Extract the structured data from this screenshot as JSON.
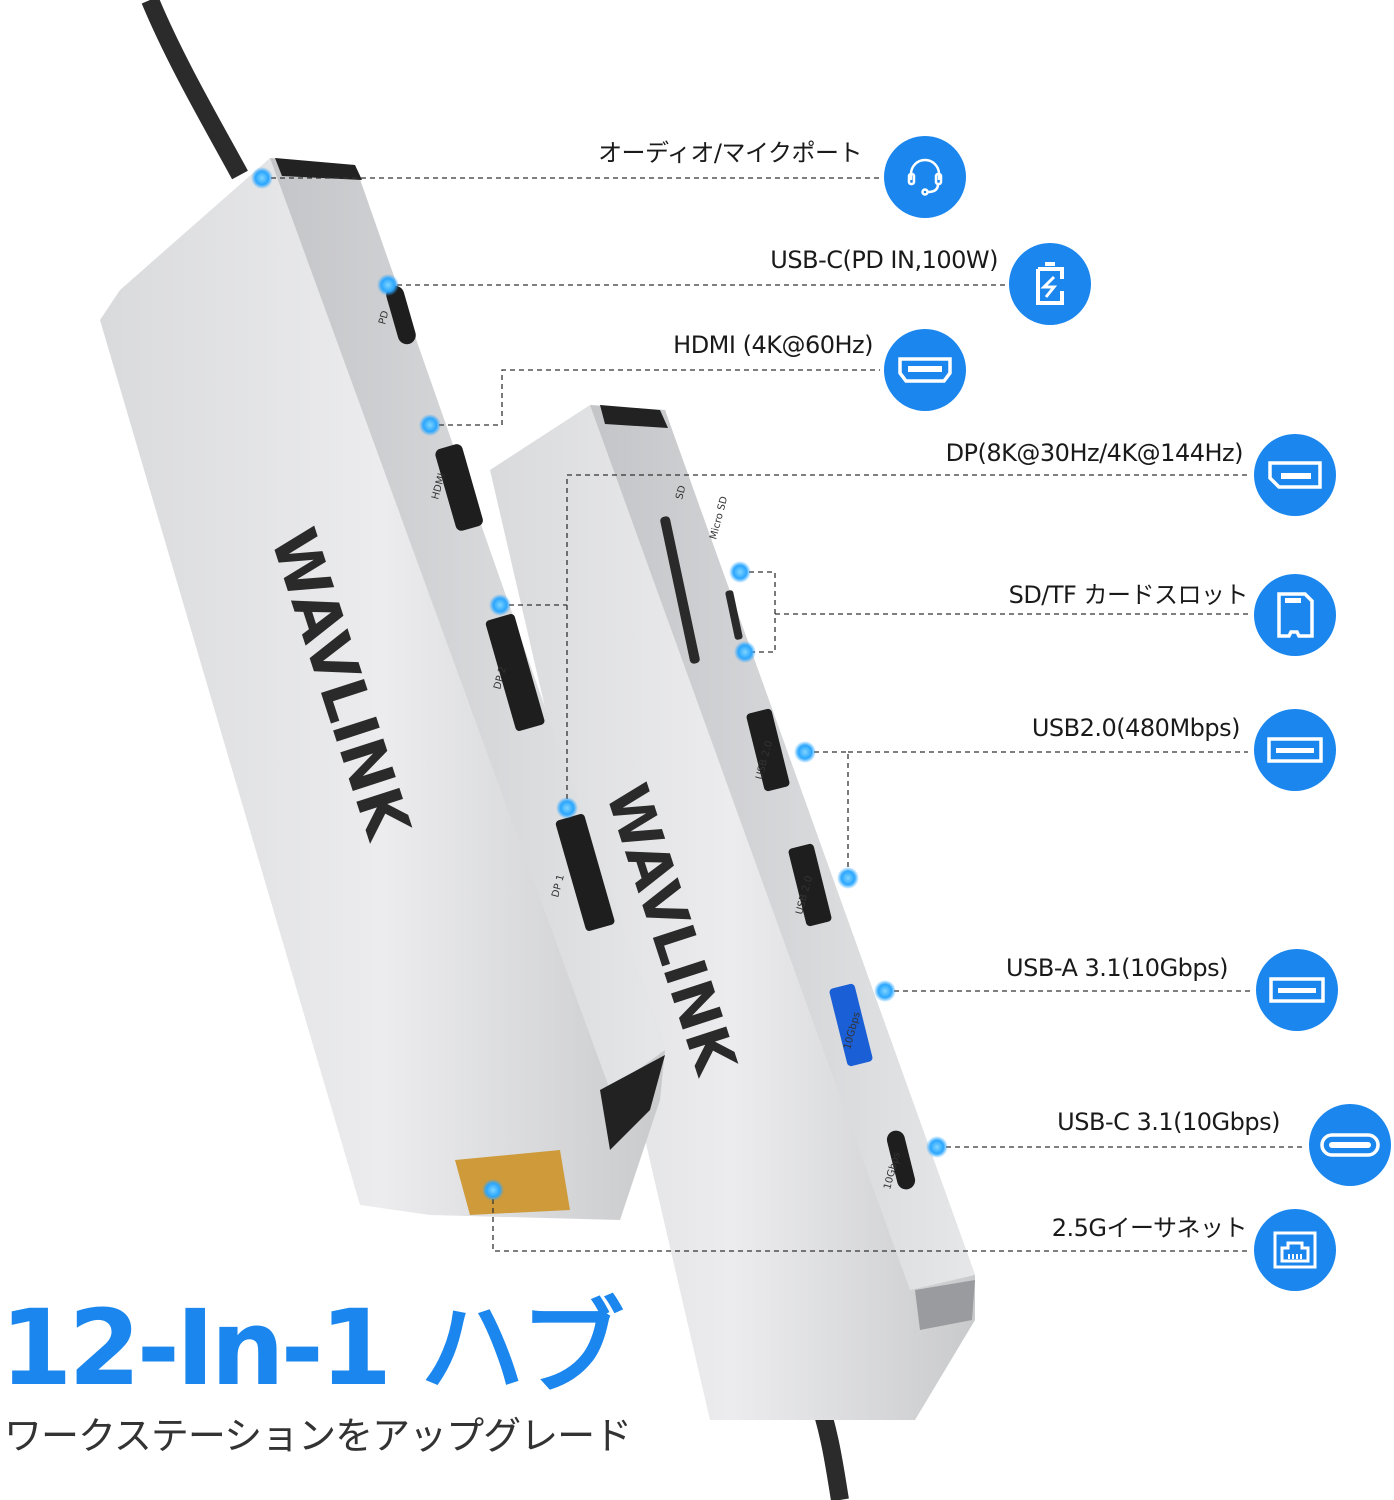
{
  "brand": {
    "logo_text": "WAVLINK"
  },
  "accent_color": "#1a86ee",
  "dot_color": "#3fb2ff",
  "port_labels": [
    "PD",
    "HDMI",
    "DP 2",
    "DP 1",
    "SD",
    "Micro SD",
    "USB 2.0",
    "USB 2.0",
    "10Gbps",
    "10Gbps"
  ],
  "callouts": [
    {
      "label": "オーディオ/マイクポート",
      "icon": "headset-icon"
    },
    {
      "label": "USB-C(PD IN,100W)",
      "icon": "battery-charging-icon"
    },
    {
      "label": "HDMI (4K@60Hz)",
      "icon": "hdmi-port-icon"
    },
    {
      "label": "DP(8K@30Hz/4K@144Hz)",
      "icon": "displayport-icon"
    },
    {
      "label": "SD/TF カードスロット",
      "icon": "sd-card-icon"
    },
    {
      "label": "USB2.0(480Mbps)",
      "icon": "usb-a-port-icon"
    },
    {
      "label": "USB-A 3.1(10Gbps)",
      "icon": "usb-a-port-icon"
    },
    {
      "label": "USB-C 3.1(10Gbps)",
      "icon": "usb-c-port-icon"
    },
    {
      "label": "2.5Gイーサネット",
      "icon": "ethernet-port-icon"
    }
  ],
  "headline": "12-In-1 ハブ",
  "subheadline": "ワークステーションをアップグレード"
}
